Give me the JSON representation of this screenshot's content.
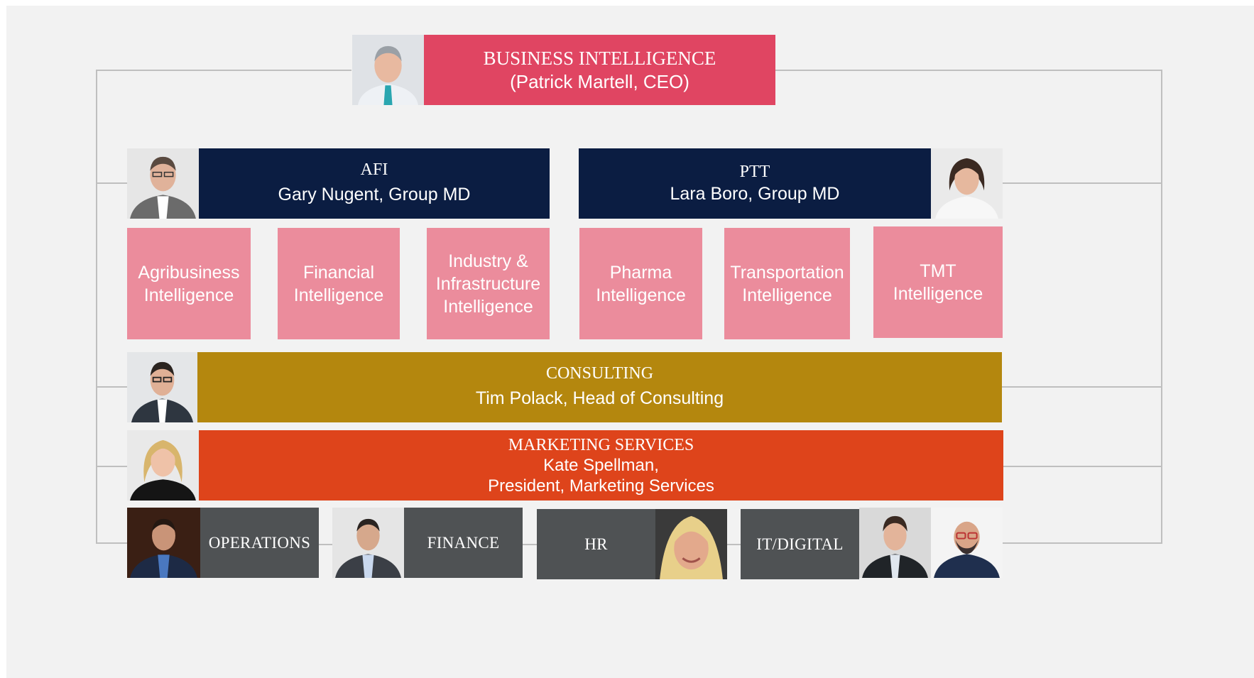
{
  "colors": {
    "background": "#f2f2f2",
    "ceo": "#e04562",
    "division": "#0b1d42",
    "practice": "#eb8c9c",
    "consulting": "#b4870e",
    "marketing": "#de441b",
    "support": "#4f5254",
    "connector": "#bfbfbf"
  },
  "ceo": {
    "title": "BUSINESS INTELLIGENCE",
    "subtitle": "(Patrick Martell, CEO)"
  },
  "divisions": [
    {
      "title": "AFI",
      "subtitle": "Gary Nugent, Group MD"
    },
    {
      "title": "PTT",
      "subtitle": "Lara Boro, Group MD"
    }
  ],
  "practices": [
    {
      "label": "Agribusiness\nIntelligence"
    },
    {
      "label": "Financial\nIntelligence"
    },
    {
      "label": "Industry &\nInfrastructure\nIntelligence"
    },
    {
      "label": "Pharma\nIntelligence"
    },
    {
      "label": "Transportation\nIntelligence"
    },
    {
      "label": "TMT\nIntelligence"
    }
  ],
  "consulting": {
    "title": "CONSULTING",
    "subtitle": "Tim Polack, Head of Consulting"
  },
  "marketing": {
    "title": "MARKETING SERVICES",
    "line1": "Kate Spellman,",
    "line2": "President, Marketing Services"
  },
  "support": [
    {
      "label": "OPERATIONS"
    },
    {
      "label": "FINANCE"
    },
    {
      "label": "HR"
    },
    {
      "label": "IT/DIGITAL"
    }
  ],
  "photos": [
    {
      "name": "portrait-patrick-martell"
    },
    {
      "name": "portrait-gary-nugent"
    },
    {
      "name": "portrait-lara-boro"
    },
    {
      "name": "portrait-tim-polack"
    },
    {
      "name": "portrait-kate-spellman"
    },
    {
      "name": "portrait-operations-lead"
    },
    {
      "name": "portrait-finance-lead"
    },
    {
      "name": "portrait-hr-lead"
    },
    {
      "name": "portrait-it-digital-lead-1"
    },
    {
      "name": "portrait-it-digital-lead-2"
    }
  ]
}
